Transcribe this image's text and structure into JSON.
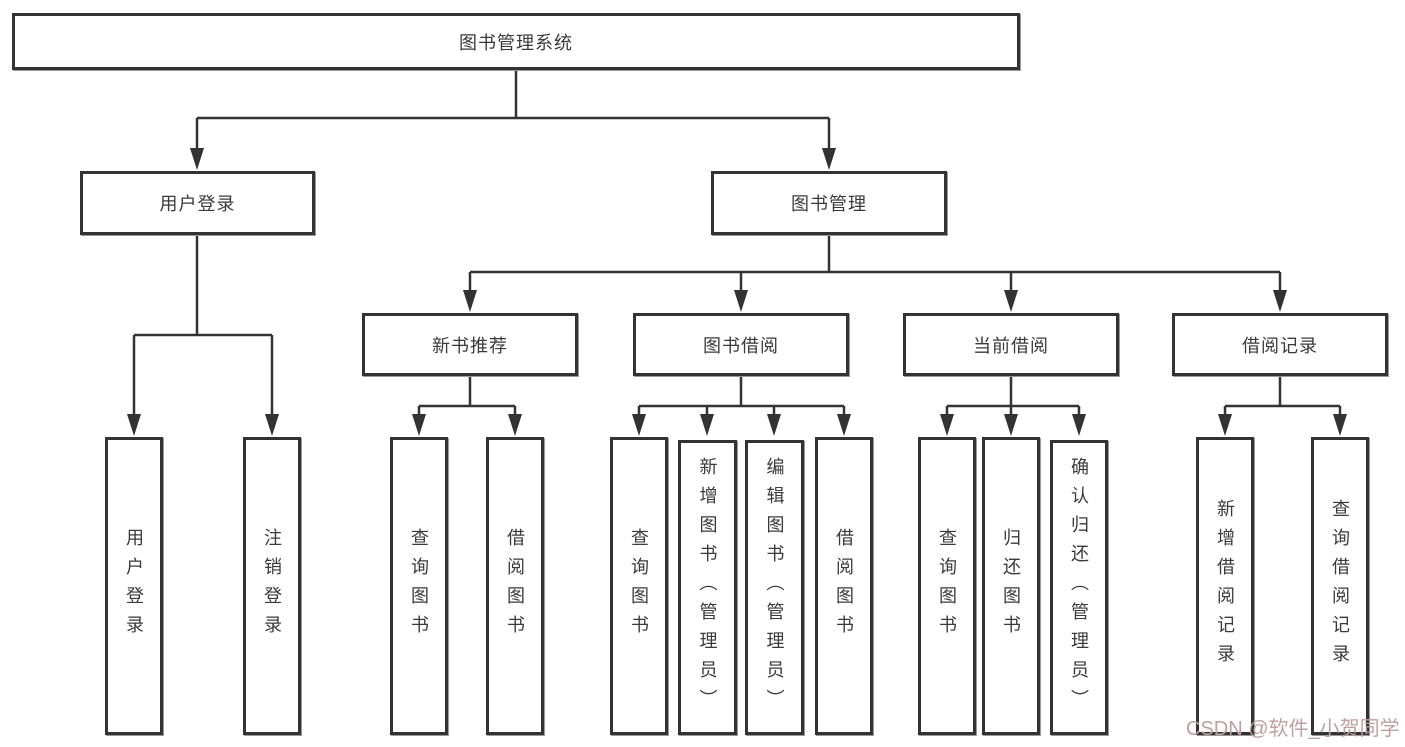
{
  "tree": {
    "root": "图书管理系统",
    "level2": [
      "用户登录",
      "图书管理"
    ],
    "level3": [
      "新书推荐",
      "图书借阅",
      "当前借阅",
      "借阅记录"
    ],
    "leaves": {
      "user_login": [
        "用户登录",
        "注销登录"
      ],
      "new_books": [
        "查询图书",
        "借阅图书"
      ],
      "book_borrow": [
        "查询图书",
        "新增图书（管理员）",
        "编辑图书（管理员）",
        "借阅图书"
      ],
      "current_borrow": [
        "查询图书",
        "归还图书",
        "确认归还（管理员）"
      ],
      "borrow_records": [
        "新增借阅记录",
        "查询借阅记录"
      ]
    }
  },
  "watermark": "CSDN @软件_小贺同学",
  "colors": {
    "line": "#333333",
    "box_border": "#333333",
    "box_background": "#ffffff",
    "text": "#3a3a3a",
    "watermark": "#bf9f9f",
    "page_background": "#ffffff"
  }
}
